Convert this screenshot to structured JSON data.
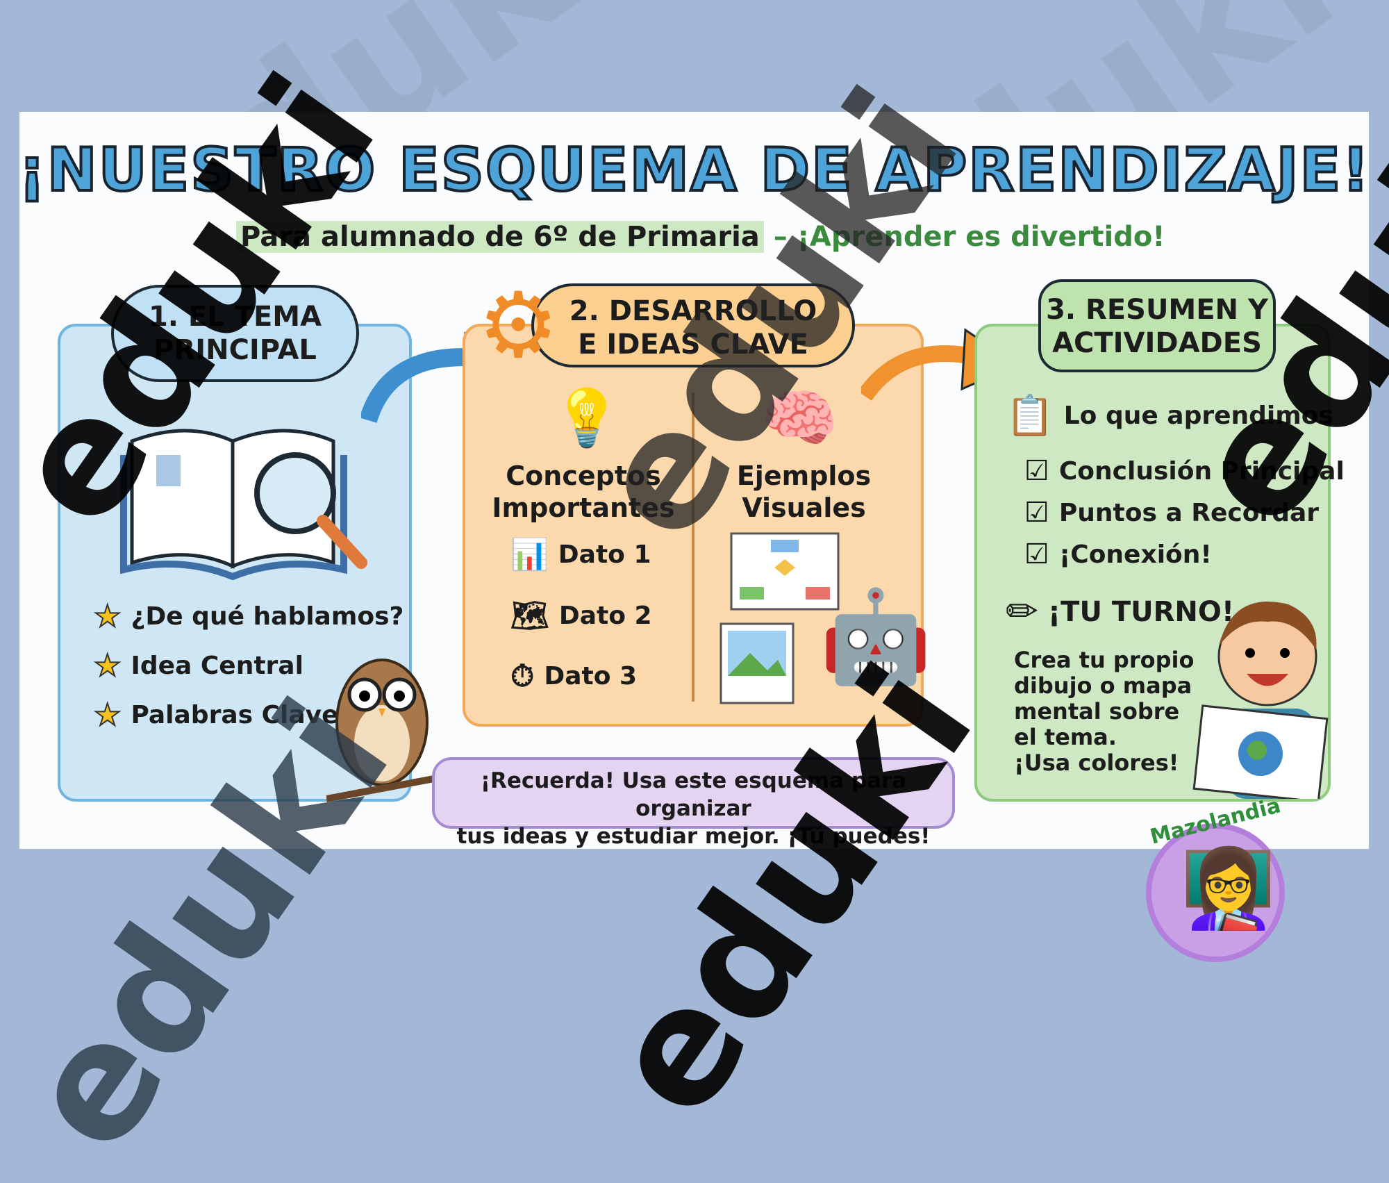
{
  "title": "¡NUESTRO ESQUEMA DE APRENDIZAJE!",
  "subtitle": {
    "part1": "Para alumnado de 6º de Primaria",
    "part2": " – ¡Aprender es divertido!"
  },
  "section1": {
    "header": "1. EL TEMA PRINCIPAL",
    "items": [
      "¿De qué hablamos?",
      "Idea Central",
      "Palabras Clave"
    ]
  },
  "section2": {
    "header_line1": "2. DESARROLLO",
    "header_line2": "E IDEAS CLAVE",
    "col1_title": "Conceptos Importantes",
    "col1_items": [
      "Dato 1",
      "Dato 2",
      "Dato 3"
    ],
    "col2_title": "Ejemplos Visuales"
  },
  "section3": {
    "header_line1": "3. RESUMEN Y",
    "header_line2": "ACTIVIDADES",
    "learned_title": "Lo que aprendimos",
    "checks": [
      "Conclusión Principal",
      "Puntos a Recordar",
      "¡Conexión!"
    ],
    "turn_title": "¡TU TURNO!",
    "turn_text": [
      "Crea tu propio",
      "dibujo o mapa",
      "mental sobre",
      "el tema.",
      "¡Usa colores!"
    ]
  },
  "note": {
    "line1": "¡Recuerda! Usa este esquema para organizar",
    "line2": "tus ideas y estudiar mejor. ¡Tú puedes!"
  },
  "logo": "Mazolandia",
  "watermark": "eduki",
  "colors": {
    "background": "#a2b8d6",
    "title": "#4ea3d8",
    "blue_panel": "#cfe6f4",
    "orange_panel": "#fbd9ad",
    "green_panel": "#cde8c2",
    "purple_note": "#e4d4f2"
  }
}
